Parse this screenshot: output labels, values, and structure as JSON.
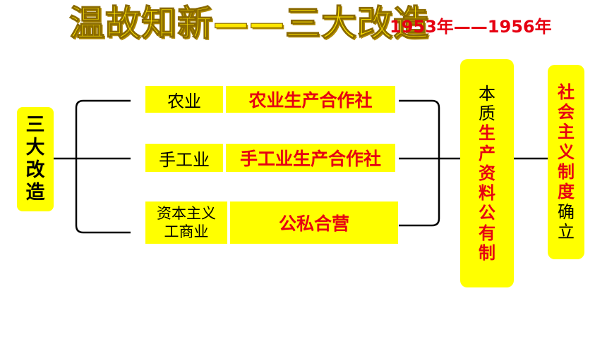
{
  "header": {
    "title": "温故知新——三大改造",
    "years": "1953年——1956年"
  },
  "left_label": [
    "三",
    "大",
    "改",
    "造"
  ],
  "rows": [
    {
      "category": "农业",
      "result": "农业生产合作社"
    },
    {
      "category": "手工业",
      "result": "手工业生产合作社"
    },
    {
      "category_lines": [
        "资本主义",
        "工商业"
      ],
      "result": "公私合营"
    }
  ],
  "essence": {
    "label": [
      "本",
      "质"
    ],
    "content": [
      "生",
      "产",
      "资",
      "料",
      "公",
      "有",
      "制"
    ]
  },
  "outcome": {
    "highlight": [
      "社",
      "会",
      "主",
      "义",
      "制",
      "度"
    ],
    "tail": [
      "确",
      "立"
    ]
  },
  "colors": {
    "highlight_bg": "#ffff00",
    "accent_red": "#e60012",
    "title_yellow": "#ffe600"
  }
}
